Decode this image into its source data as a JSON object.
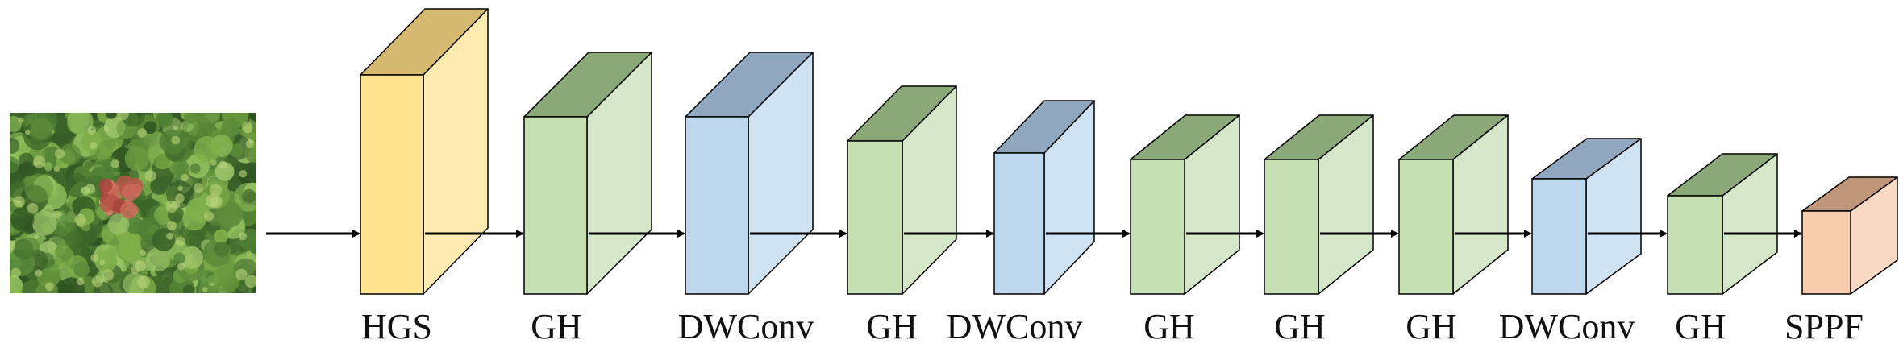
{
  "input_image": {
    "icon": "forest-canopy-aerial-image"
  },
  "colors": {
    "yellow": {
      "front": "#FFE38E",
      "side": "#FFEBB0",
      "top": "#D6B970"
    },
    "green": {
      "front": "#C6E0B4",
      "side": "#D4E7C8",
      "top": "#8AA878"
    },
    "blue": {
      "front": "#BDD7EE",
      "side": "#CFE2F3",
      "top": "#8FA8C0"
    },
    "orange": {
      "front": "#F8CBAD",
      "side": "#FAD9C3",
      "top": "#C0967A"
    },
    "arrow": "#000000",
    "edge": "#000000"
  },
  "blocks": [
    {
      "label": "HGS",
      "color": "yellow"
    },
    {
      "label": "GH",
      "color": "green"
    },
    {
      "label": "DWConv",
      "color": "blue"
    },
    {
      "label": "GH",
      "color": "green"
    },
    {
      "label": "DWConv",
      "color": "blue"
    },
    {
      "label": "GH",
      "color": "green"
    },
    {
      "label": "GH",
      "color": "green"
    },
    {
      "label": "GH",
      "color": "green"
    },
    {
      "label": "DWConv",
      "color": "blue"
    },
    {
      "label": "GH",
      "color": "green"
    },
    {
      "label": "SPPF",
      "color": "orange"
    }
  ]
}
